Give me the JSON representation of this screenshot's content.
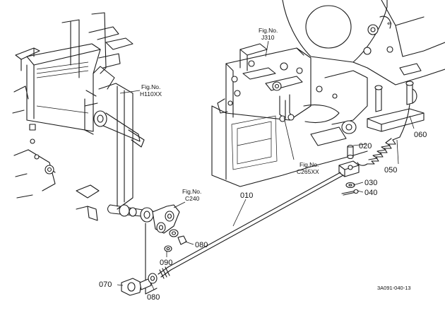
{
  "figure_refs": [
    {
      "id": "h110",
      "line1": "Fig.No.",
      "line2": "H110XX"
    },
    {
      "id": "j310",
      "line1": "Fig.No.",
      "line2": "J310"
    },
    {
      "id": "c265",
      "line1": "Fig.No.",
      "line2": "C265XX"
    },
    {
      "id": "c240",
      "line1": "Fig.No.",
      "line2": "C240"
    }
  ],
  "callouts": {
    "p010": "010",
    "p020": "020",
    "p030": "030",
    "p040": "040",
    "p050": "050",
    "p060": "060",
    "p070": "070",
    "p080a": "080",
    "p080b": "080",
    "p090": "090"
  },
  "drawing_code": "3A091-040-13"
}
